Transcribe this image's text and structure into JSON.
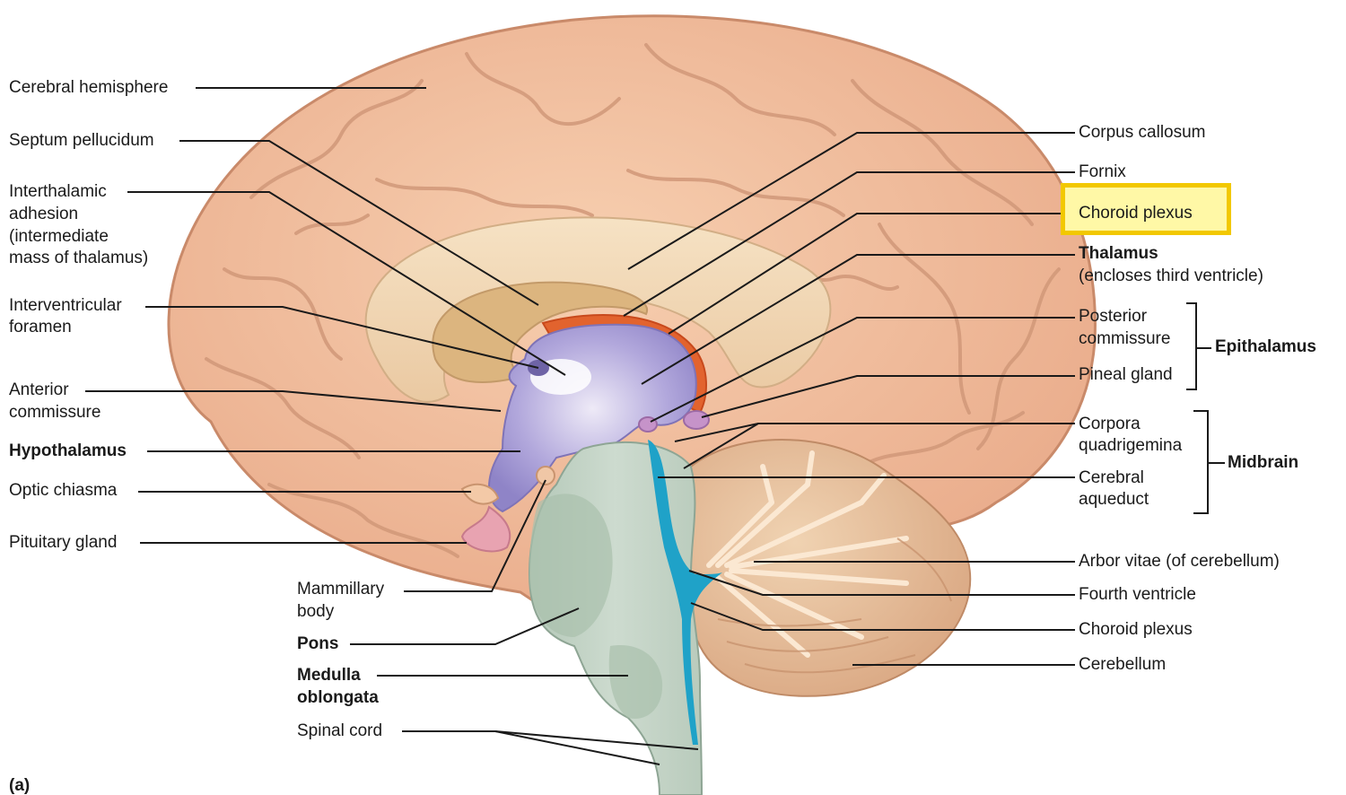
{
  "figure": {
    "panel_letter": "(a)",
    "highlight_color": "#f2c800",
    "left_labels": {
      "cerebral_hemisphere": "Cerebral hemisphere",
      "septum_pellucidum": "Septum pellucidum",
      "interthalamic_1": "Interthalamic",
      "interthalamic_2": "adhesion",
      "interthalamic_3": "(intermediate",
      "interthalamic_4": "mass of thalamus)",
      "interventricular_1": "Interventricular",
      "interventricular_2": "foramen",
      "anterior_commissure_1": "Anterior",
      "anterior_commissure_2": "commissure",
      "hypothalamus": "Hypothalamus",
      "optic_chiasma": "Optic chiasma",
      "pituitary_gland": "Pituitary gland"
    },
    "bottom_labels": {
      "mammillary_1": "Mammillary",
      "mammillary_2": "body",
      "pons": "Pons",
      "medulla_1": "Medulla",
      "medulla_2": "oblongata",
      "spinal_cord": "Spinal cord"
    },
    "right_labels": {
      "corpus_callosum": "Corpus callosum",
      "fornix": "Fornix",
      "choroid_plexus_top": "Choroid plexus",
      "thalamus": "Thalamus",
      "thalamus_note": "(encloses third ventricle)",
      "posterior_commissure_1": "Posterior",
      "posterior_commissure_2": "commissure",
      "pineal_gland": "Pineal gland",
      "epithalamus": "Epithalamus",
      "corpora_1": "Corpora",
      "corpora_2": "quadrigemina",
      "cerebral_aqueduct_1": "Cerebral",
      "cerebral_aqueduct_2": "aqueduct",
      "midbrain": "Midbrain",
      "arbor_vitae": "Arbor vitae (of cerebellum)",
      "fourth_ventricle": "Fourth ventricle",
      "choroid_plexus_bottom": "Choroid plexus",
      "cerebellum": "Cerebellum"
    }
  }
}
